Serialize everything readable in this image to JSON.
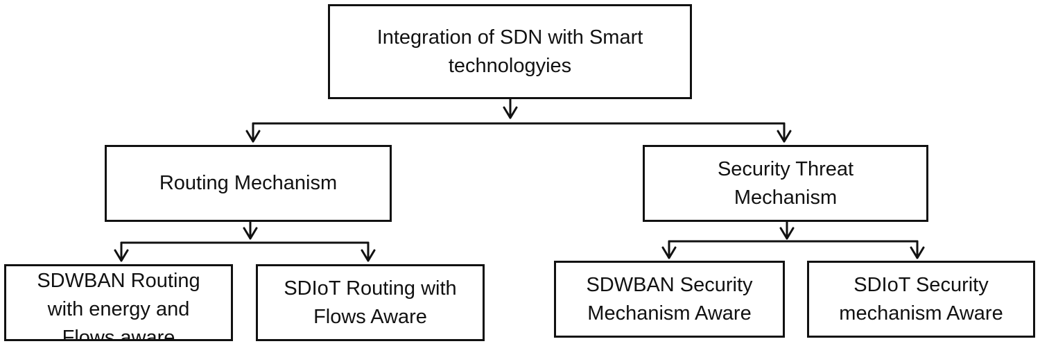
{
  "diagram": {
    "root": {
      "label": "Integration of SDN with Smart\ntechnologyies"
    },
    "branches": [
      {
        "label": "Routing Mechanism",
        "children": [
          {
            "label": "SDWBAN Routing\nwith energy and\nFlows aware"
          },
          {
            "label": "SDIoT Routing with\nFlows Aware"
          }
        ]
      },
      {
        "label": "Security Threat\nMechanism",
        "children": [
          {
            "label": "SDWBAN Security\nMechanism Aware"
          },
          {
            "label": "SDIoT Security\nmechanism Aware"
          }
        ]
      }
    ]
  }
}
